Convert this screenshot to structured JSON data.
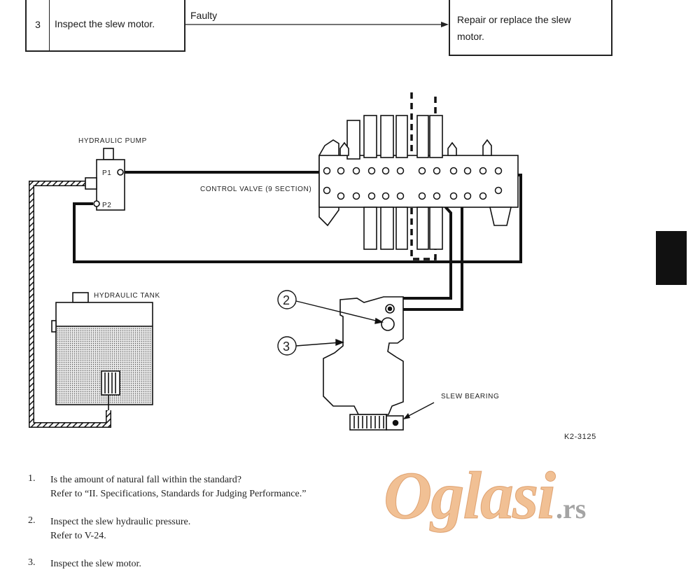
{
  "flowchart": {
    "step_number": "3",
    "step_text": "Inspect the slew motor.",
    "arrow_label": "Faulty",
    "result_text": "Repair or replace the slew motor."
  },
  "diagram": {
    "labels": {
      "pump": "HYDRAULIC PUMP",
      "p1": "P1",
      "p2": "P2",
      "control_valve": "CONTROL VALVE (9 SECTION)",
      "tank": "HYDRAULIC TANK",
      "slew_bearing": "SLEW BEARING",
      "figure_code": "K2-3125"
    },
    "callouts": [
      "2",
      "3"
    ]
  },
  "steps": [
    {
      "number": "1.",
      "lines": [
        "Is the amount of natural fall within the standard?",
        "Refer to “II. Specifications, Standards for Judging Performance.”"
      ]
    },
    {
      "number": "2.",
      "lines": [
        "Inspect the slew hydraulic pressure.",
        "Refer to V-24."
      ]
    },
    {
      "number": "3.",
      "lines": [
        "Inspect the slew motor."
      ]
    }
  ],
  "watermark": {
    "main": "Oglasi",
    "tld": ".rs"
  }
}
